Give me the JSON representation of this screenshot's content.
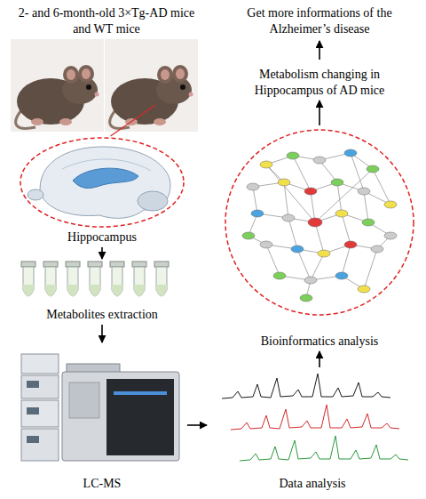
{
  "diagram": {
    "nodes": [
      {
        "text": [
          "2- and 6-month-old 3×Tg-AD mice and WT mice"
        ]
      },
      {
        "text": [
          "Hippocampus"
        ]
      },
      {
        "text": [
          "Metabolites extraction"
        ]
      },
      {
        "text": [
          "LC-MS"
        ]
      },
      {
        "text": [
          "Data analysis"
        ]
      },
      {
        "text": [
          "Bioinformatics analysis"
        ]
      },
      {
        "text": [
          "Metabolism changing in Hippocampus of AD mice"
        ]
      },
      {
        "text": [
          "Get more informations of the Alzheimer’s disease"
        ]
      }
    ],
    "edges": [
      {
        "from": 0,
        "to": 1,
        "arrow": "none"
      },
      {
        "from": 1,
        "to": 2,
        "arrow": "to"
      },
      {
        "from": 2,
        "to": 3,
        "arrow": "to"
      },
      {
        "from": 3,
        "to": 4,
        "arrow": "to"
      },
      {
        "from": 4,
        "to": 5,
        "arrow": "to"
      },
      {
        "from": 5,
        "to": 6,
        "arrow": "to"
      },
      {
        "from": 6,
        "to": 7,
        "arrow": "to"
      }
    ]
  }
}
